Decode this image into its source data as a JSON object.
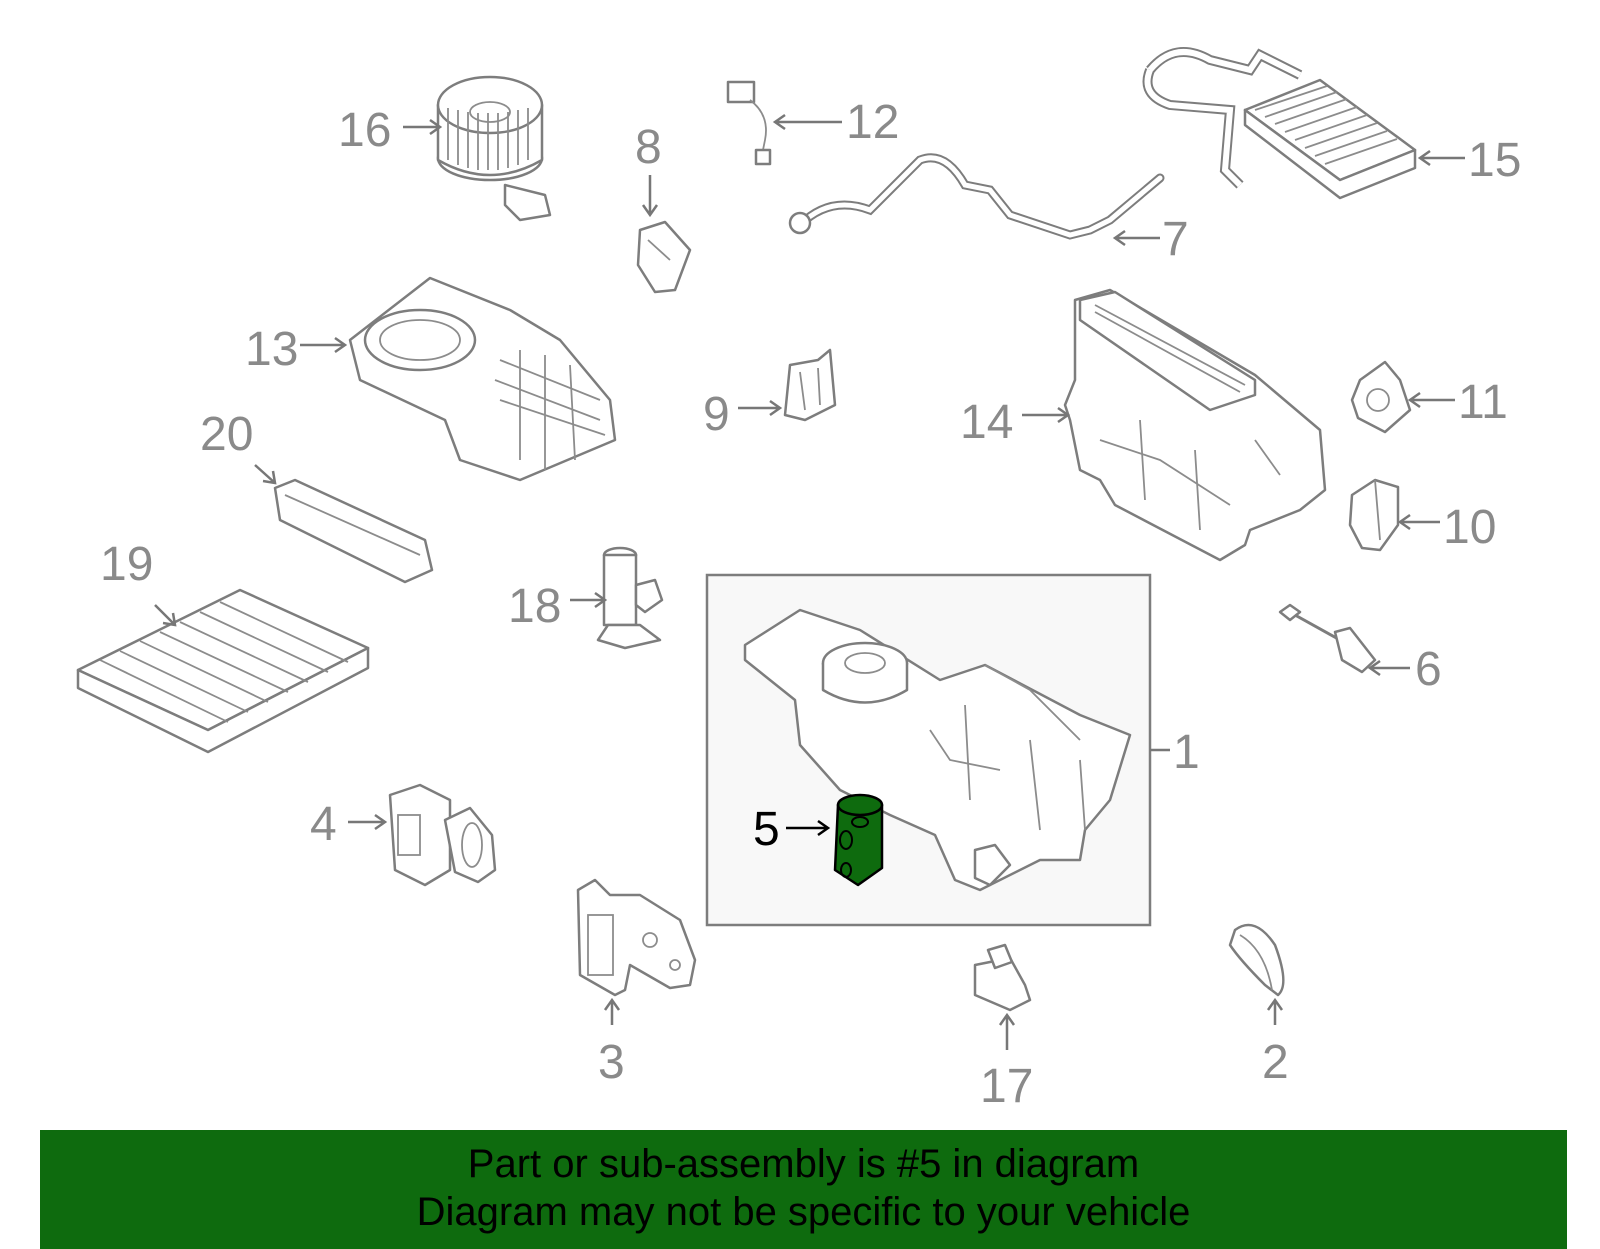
{
  "diagram": {
    "highlight_color": "#0e6b0e",
    "callouts": [
      {
        "id": "1",
        "label": "1"
      },
      {
        "id": "2",
        "label": "2"
      },
      {
        "id": "3",
        "label": "3"
      },
      {
        "id": "4",
        "label": "4"
      },
      {
        "id": "5",
        "label": "5",
        "highlighted": true
      },
      {
        "id": "6",
        "label": "6"
      },
      {
        "id": "7",
        "label": "7"
      },
      {
        "id": "8",
        "label": "8"
      },
      {
        "id": "9",
        "label": "9"
      },
      {
        "id": "10",
        "label": "10"
      },
      {
        "id": "11",
        "label": "11"
      },
      {
        "id": "12",
        "label": "12"
      },
      {
        "id": "13",
        "label": "13"
      },
      {
        "id": "14",
        "label": "14"
      },
      {
        "id": "15",
        "label": "15"
      },
      {
        "id": "16",
        "label": "16"
      },
      {
        "id": "17",
        "label": "17"
      },
      {
        "id": "18",
        "label": "18"
      },
      {
        "id": "19",
        "label": "19"
      },
      {
        "id": "20",
        "label": "20"
      }
    ]
  },
  "banner": {
    "background": "#0e6b0e",
    "line1": "Part or sub-assembly is #5 in diagram",
    "line2": "Diagram may not be specific to your vehicle"
  }
}
